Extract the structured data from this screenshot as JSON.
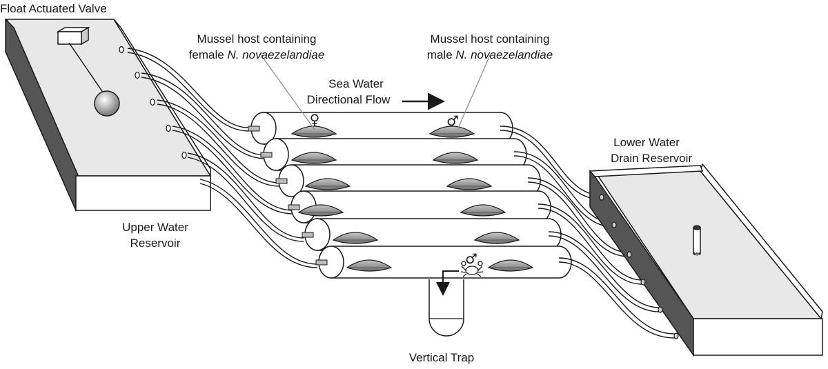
{
  "labels": {
    "float_valve": "Float Actuated Valve",
    "female_host_line1": "Mussel host containing",
    "female_host_line2_pre": "female ",
    "female_host_line2_species": "N. novaezelandiae",
    "male_host_line1": "Mussel host containing",
    "male_host_line2_pre": "male ",
    "male_host_line2_species": "N. novaezelandiae",
    "flow_line1": "Sea Water",
    "flow_line2": "Directional Flow",
    "lower_line1": "Lower Water",
    "lower_line2": "Drain Reservoir",
    "upper_line1": "Upper Water",
    "upper_line2": "Reservoir",
    "vertical_trap": "Vertical Trap"
  },
  "symbols": {
    "female": "♀",
    "male": "♂",
    "trap_male": "♂"
  },
  "colors": {
    "outline": "#1a1a1a",
    "reservoir_side": "#555555",
    "reservoir_inner": "#e6e6e6",
    "mussel": "#9a9a9a",
    "tube": "#ffffff"
  },
  "icons": {
    "crab": "crab-icon",
    "float": "float-ball-icon",
    "valve": "valve-box-icon",
    "drain": "drain-pipe-icon"
  }
}
